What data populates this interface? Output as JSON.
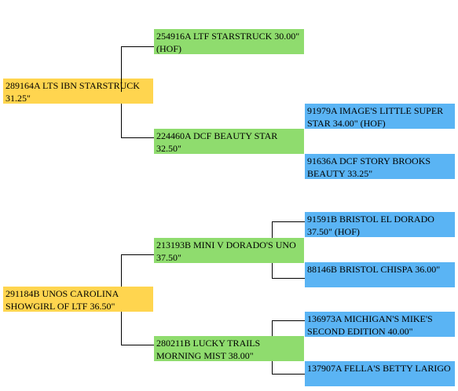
{
  "colors": {
    "generation_1": "#ffd54f",
    "generation_2": "#8fdc6e",
    "generation_3": "#5ab4f4",
    "connector": "#000000"
  },
  "pedigree_1": {
    "subject": "289164A LTS IBN STARSTRUCK 31.25\"",
    "sire": "254916A LTF STARSTRUCK 30.00\" (HOF)",
    "dam": "224460A DCF BEAUTY STAR 32.50\"",
    "dam_sire": "91979A IMAGE'S LITTLE SUPER STAR 34.00\" (HOF)",
    "dam_dam": "91636A DCF STORY BROOKS BEAUTY 33.25\""
  },
  "pedigree_2": {
    "subject": "291184B UNOS CAROLINA SHOWGIRL OF LTF 36.50\"",
    "sire": "213193B MINI V DORADO'S UNO 37.50\"",
    "dam": "280211B LUCKY TRAILS MORNING MIST 38.00\"",
    "sire_sire": "91591B BRISTOL EL DORADO 37.50\" (HOF)",
    "sire_dam": "88146B BRISTOL CHISPA 36.00\"",
    "dam_sire": "136973A MICHIGAN'S MIKE'S SECOND EDITION 40.00\"",
    "dam_dam": "137907A FELLA'S BETTY LARIGO"
  }
}
